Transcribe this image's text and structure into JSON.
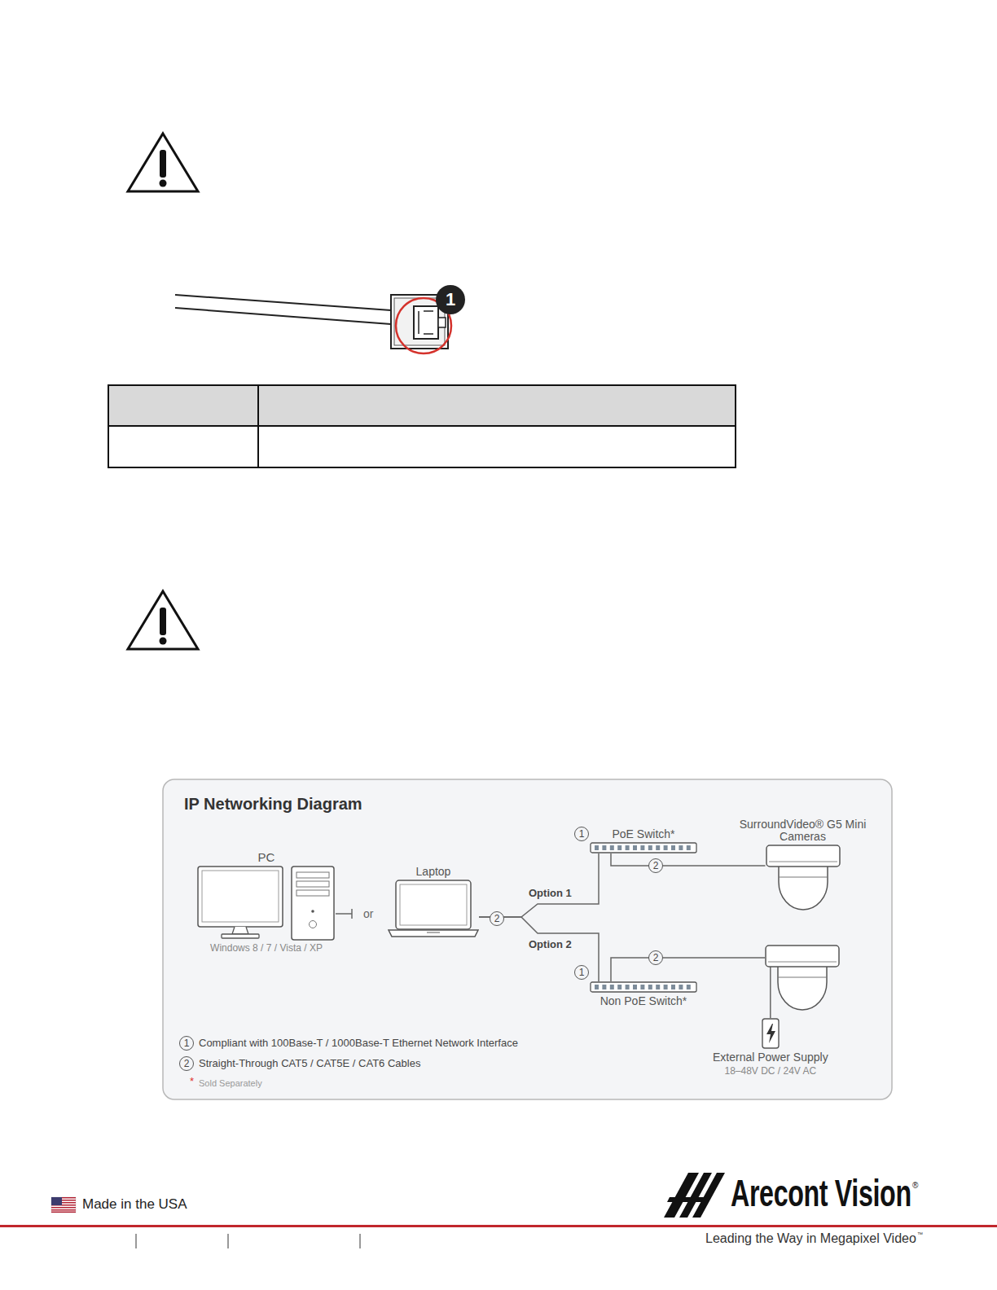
{
  "diagram": {
    "title": "IP Networking Diagram",
    "nodes": [
      {
        "text": [
          "PC",
          "Windows 8 / 7 / Vista / XP"
        ]
      },
      {
        "text": [
          "Laptop"
        ]
      },
      {
        "text": [
          "PoE Switch*"
        ]
      },
      {
        "text": [
          "SurroundVideo® G5 Mini Cameras"
        ]
      },
      {
        "text": [
          "Non PoE Switch*"
        ]
      },
      {
        "text": []
      },
      {
        "text": [
          "External Power Supply",
          "18–48V DC / 24V AC"
        ]
      }
    ],
    "edges": [
      {
        "from": 1,
        "to": 2,
        "label": "Option 1",
        "arrow": "none"
      },
      {
        "from": 1,
        "to": 4,
        "label": "Option 2",
        "arrow": "none"
      },
      {
        "from": 2,
        "to": 3,
        "label": "2",
        "arrow": "none"
      },
      {
        "from": 4,
        "to": 5,
        "label": "2",
        "arrow": "none"
      },
      {
        "from": 6,
        "to": 5,
        "arrow": "none"
      }
    ],
    "labels": [
      "1",
      "or",
      "1",
      "1",
      "2",
      "1",
      "Compliant with 100Base-T / 1000Base-T Ethernet Network Interface",
      "2",
      "Straight-Through CAT5 / CAT5E / CAT6 Cables",
      "*",
      "Sold Separately",
      "Made in the USA",
      "Arecont Vision",
      "®",
      "Leading the Way in Megapixel Video",
      "™"
    ]
  }
}
